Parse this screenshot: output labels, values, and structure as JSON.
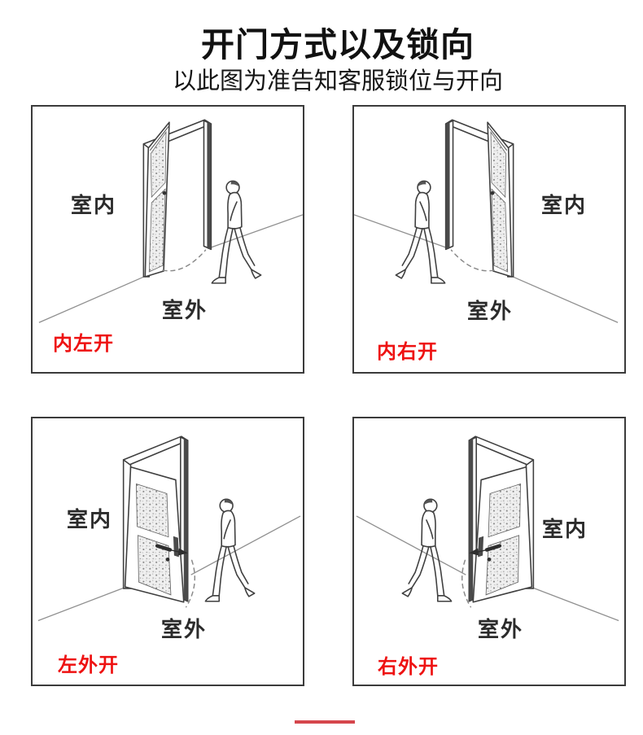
{
  "header": {
    "title": "开门方式以及锁向",
    "subtitle": "以此图为准告知客服锁位与开向"
  },
  "panels": [
    {
      "id": "inner-left-open",
      "indoor_label": "室内",
      "outdoor_label": "室外",
      "direction_label": "内左开"
    },
    {
      "id": "inner-right-open",
      "indoor_label": "室内",
      "outdoor_label": "室外",
      "direction_label": "内右开"
    },
    {
      "id": "outer-left-open",
      "indoor_label": "室内",
      "outdoor_label": "室外",
      "direction_label": "左外开"
    },
    {
      "id": "outer-right-open",
      "indoor_label": "室内",
      "outdoor_label": "室外",
      "direction_label": "右外开"
    }
  ],
  "colors": {
    "direction_label_red": "#ee1212",
    "divider_bar_red": "#d5464c",
    "line_art": "#3f3f3f",
    "panel_border": "#3b3b3b",
    "background": "#ffffff"
  }
}
